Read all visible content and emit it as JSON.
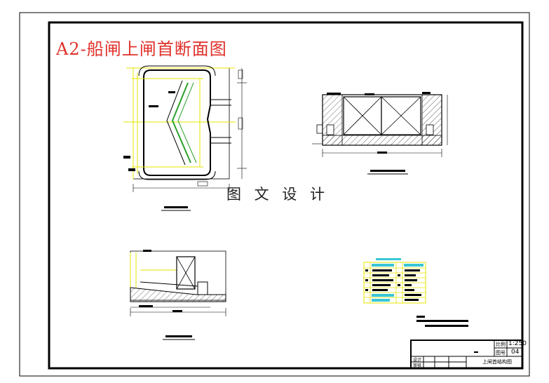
{
  "drawing": {
    "title": "A2-船闸上闸首断面图",
    "watermark": "图 文 设 计"
  },
  "title_block": {
    "scale_label": "比例",
    "scale_value": "1:250",
    "sheet_label": "图号",
    "sheet_value": "04",
    "drawing_name": "上闸首结构图",
    "designer_label": "设计",
    "checker_label": "审核"
  },
  "colors": {
    "border": "#000000",
    "outline": "#000000",
    "yellow_lines": "#e6e600",
    "green_lines": "#2aa02a",
    "cyan_rows": "#39c6d6",
    "title_red": "#e0302a"
  }
}
